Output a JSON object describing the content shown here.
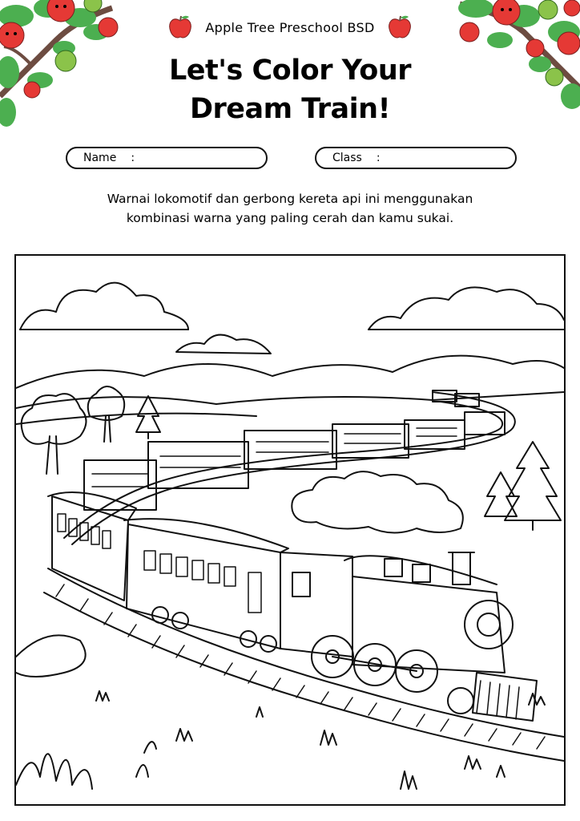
{
  "header": {
    "school_name": "Apple Tree Preschool BSD",
    "title_line1": "Let's Color Your",
    "title_line2": "Dream Train!"
  },
  "form": {
    "name_label": "Name",
    "class_label": "Class",
    "separator": ":"
  },
  "instruction": {
    "line1": "Warnai lokomotif dan gerbong kereta api ini menggunakan",
    "line2": "kombinasi warna yang paling cerah dan kamu sukai."
  },
  "colors": {
    "apple_red": "#e53935",
    "leaf_green": "#4caf50",
    "apple_green": "#8bc34a",
    "branch_brown": "#6d4c41",
    "ink": "#111111"
  },
  "icons": [
    "apple-icon",
    "apple-tree-branch",
    "steam-train-illustration"
  ]
}
